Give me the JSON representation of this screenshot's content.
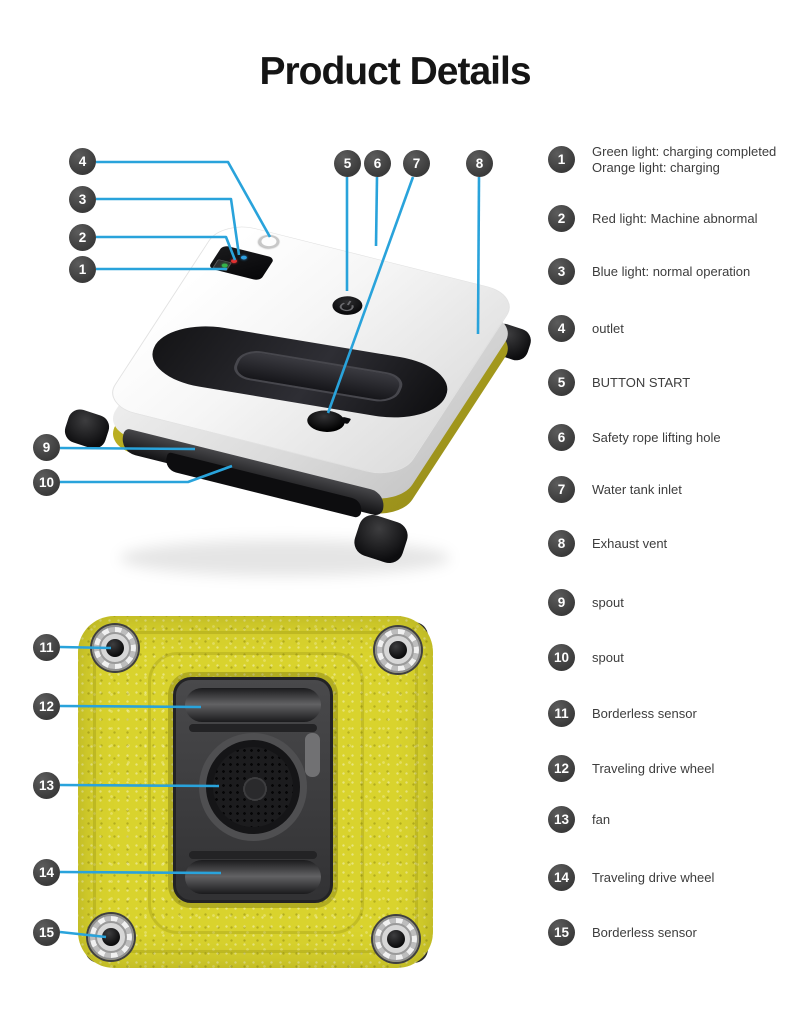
{
  "page": {
    "title": "Product Details"
  },
  "colors": {
    "accent_blue": "#29a3db",
    "badge_bg": "#3a3a3a",
    "led_green": "#35b24a",
    "led_red": "#e03131",
    "led_blue": "#2f9fe0",
    "pad_yellow": "#d9d32d"
  },
  "icons": {
    "power_button": "power-icon"
  },
  "diagram_top": {
    "callouts": [
      {
        "num": "1"
      },
      {
        "num": "2"
      },
      {
        "num": "3"
      },
      {
        "num": "4"
      },
      {
        "num": "5"
      },
      {
        "num": "6"
      },
      {
        "num": "7"
      },
      {
        "num": "8"
      },
      {
        "num": "9"
      },
      {
        "num": "10"
      }
    ]
  },
  "diagram_bottom": {
    "callouts": [
      {
        "num": "11"
      },
      {
        "num": "12"
      },
      {
        "num": "13"
      },
      {
        "num": "14"
      },
      {
        "num": "15"
      }
    ]
  },
  "legend": {
    "items": [
      {
        "num": "1",
        "line1": "Green light: charging completed",
        "line2": "Orange light: charging"
      },
      {
        "num": "2",
        "line1": "Red light: Machine abnormal"
      },
      {
        "num": "3",
        "line1": "Blue light: normal operation"
      },
      {
        "num": "4",
        "line1": "outlet"
      },
      {
        "num": "5",
        "line1": "BUTTON START"
      },
      {
        "num": "6",
        "line1": "Safety rope lifting hole"
      },
      {
        "num": "7",
        "line1": "Water tank inlet"
      },
      {
        "num": "8",
        "line1": "Exhaust vent"
      },
      {
        "num": "9",
        "line1": "spout"
      },
      {
        "num": "10",
        "line1": "spout"
      },
      {
        "num": "11",
        "line1": "Borderless sensor"
      },
      {
        "num": "12",
        "line1": "Traveling drive wheel"
      },
      {
        "num": "13",
        "line1": "fan"
      },
      {
        "num": "14",
        "line1": "Traveling drive wheel"
      },
      {
        "num": "15",
        "line1": "Borderless sensor"
      }
    ]
  }
}
